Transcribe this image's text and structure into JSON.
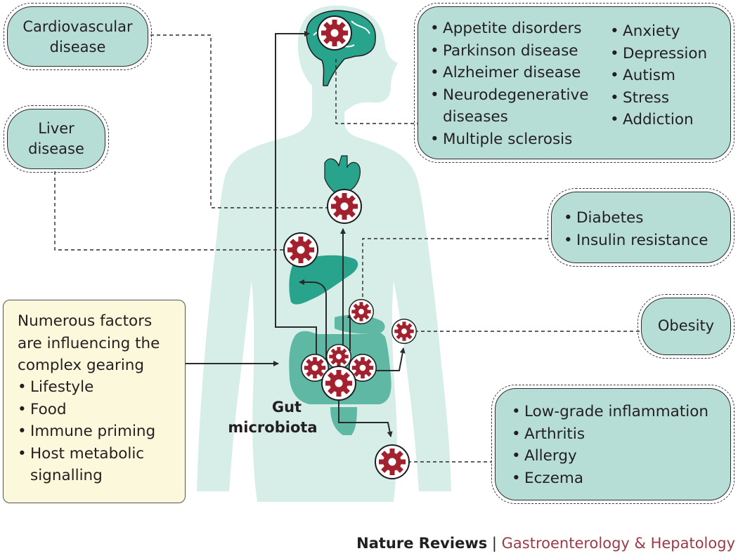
{
  "boxes": {
    "cardiovascular": {
      "line1": "Cardiovascular",
      "line2": "disease"
    },
    "liver": {
      "line1": "Liver",
      "line2": "disease"
    },
    "brain_left": [
      "Appetite disorders",
      "Parkinson disease",
      "Alzheimer disease",
      "Neurodegenerative",
      "Multiple sclerosis"
    ],
    "brain_left_cont": "diseases",
    "brain_right": [
      "Anxiety",
      "Depression",
      "Autism",
      "Stress",
      "Addiction"
    ],
    "pancreas": [
      "Diabetes",
      "Insulin resistance"
    ],
    "obesity": "Obesity",
    "immune": [
      "Low-grade inflammation",
      "Arthritis",
      "Allergy",
      "Eczema"
    ]
  },
  "factors": {
    "intro": [
      "Numerous factors",
      "are influencing the",
      "complex gearing"
    ],
    "items": [
      "Lifestyle",
      "Food",
      "Immune priming",
      "Host metabolic"
    ],
    "item_cont": "signalling"
  },
  "gut_label": {
    "line1": "Gut",
    "line2": "microbiota"
  },
  "footer": {
    "journal": "Nature Reviews",
    "separator": " | ",
    "title": "Gastroenterology & Hepatology"
  },
  "colors": {
    "body": "#d6ede8",
    "organ": "#28a38c",
    "gear": "#a3202e",
    "box_fill": "#b7ded6",
    "factors_fill": "#fbf8dc",
    "footer_accent": "#9b3b4a"
  }
}
